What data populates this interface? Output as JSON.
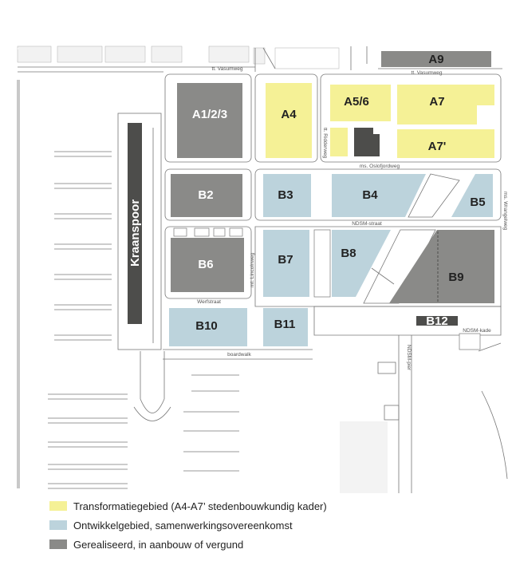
{
  "colors": {
    "transform": "#f5f196",
    "develop": "#bcd3dc",
    "realised": "#8a8a88",
    "dark": "#4d4d4b",
    "line": "#777777"
  },
  "blocks": {
    "a9": "A9",
    "a123": "A1/2/3",
    "a4": "A4",
    "a56": "A5/6",
    "a7": "A7",
    "a7p": "A7'",
    "b2": "B2",
    "b3": "B3",
    "b4": "B4",
    "b5": "B5",
    "b6": "B6",
    "b7": "B7",
    "b8": "B8",
    "b9": "B9",
    "b10": "B10",
    "b11": "B11",
    "b12": "B12",
    "kraanspoor": "Kraanspoor"
  },
  "streets": {
    "vasumweg_left": "tt. Vasumweg",
    "vasumweg_right": "tt. Vasumweg",
    "oslofjordweg": "ms. Oslofjordweg",
    "ndsm_straat": "NDSM-straat",
    "werfstraat": "Werfstraat",
    "boardwalk": "boardwalk",
    "ndsm_kade": "NDSM-kade",
    "ndsm_pier": "NDSM-pier",
    "ridderweg": "tt. Ridderweg",
    "lindoweg": "mt. Lincolnweg",
    "wrangelweg": "ms. Wrangelweg"
  },
  "legend": [
    {
      "label": "Transformatiegebied (A4-A7’ stedenbouwkundig kader)",
      "color": "#f5f196"
    },
    {
      "label": "Ontwikkelgebied, samenwerkingsovereenkomst",
      "color": "#bcd3dc"
    },
    {
      "label": "Gerealiseerd, in aanbouw of vergund",
      "color": "#8a8a88"
    }
  ]
}
